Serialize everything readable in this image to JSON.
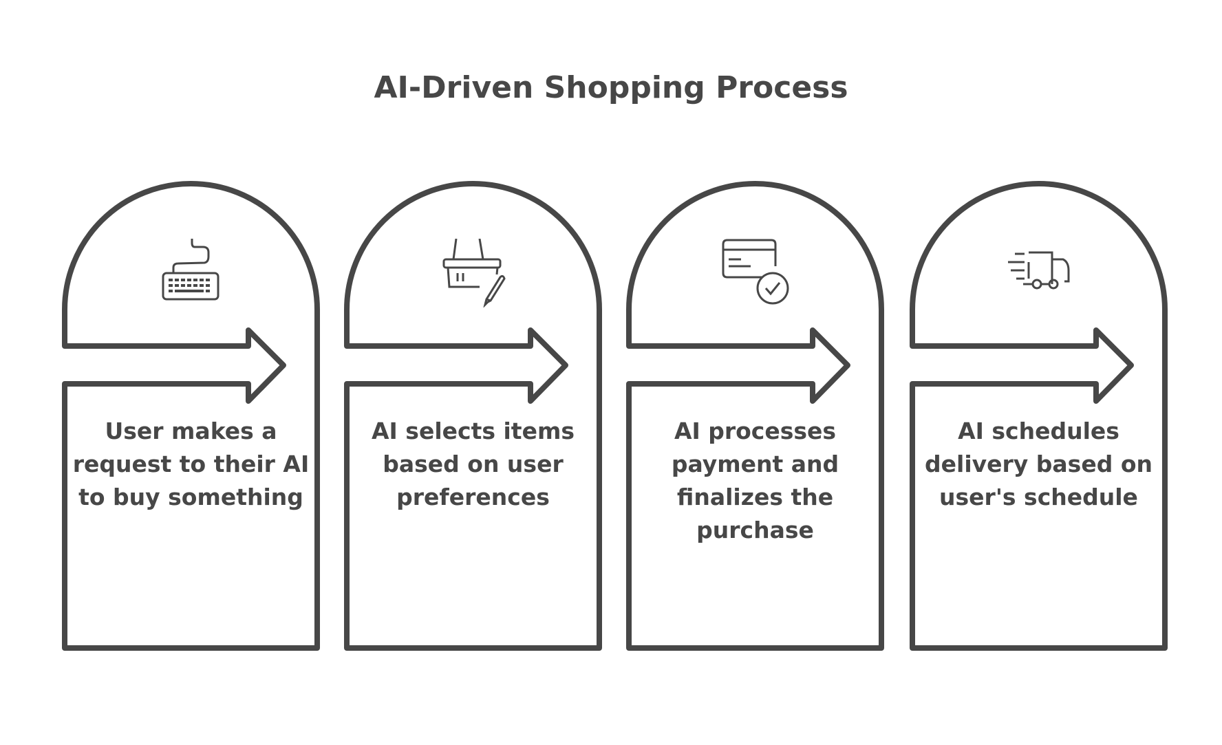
{
  "title": "AI-Driven Shopping Process",
  "colors": {
    "stroke": "#474747",
    "background": "#ffffff"
  },
  "steps": [
    {
      "icon": "keyboard-icon",
      "text": "User makes a request to their AI to buy something"
    },
    {
      "icon": "basket-pencil-icon",
      "text": "AI selects items based on user preferences"
    },
    {
      "icon": "card-check-icon",
      "text": "AI processes payment and finalizes the purchase"
    },
    {
      "icon": "delivery-truck-icon",
      "text": "AI schedules delivery based on user's schedule"
    }
  ]
}
